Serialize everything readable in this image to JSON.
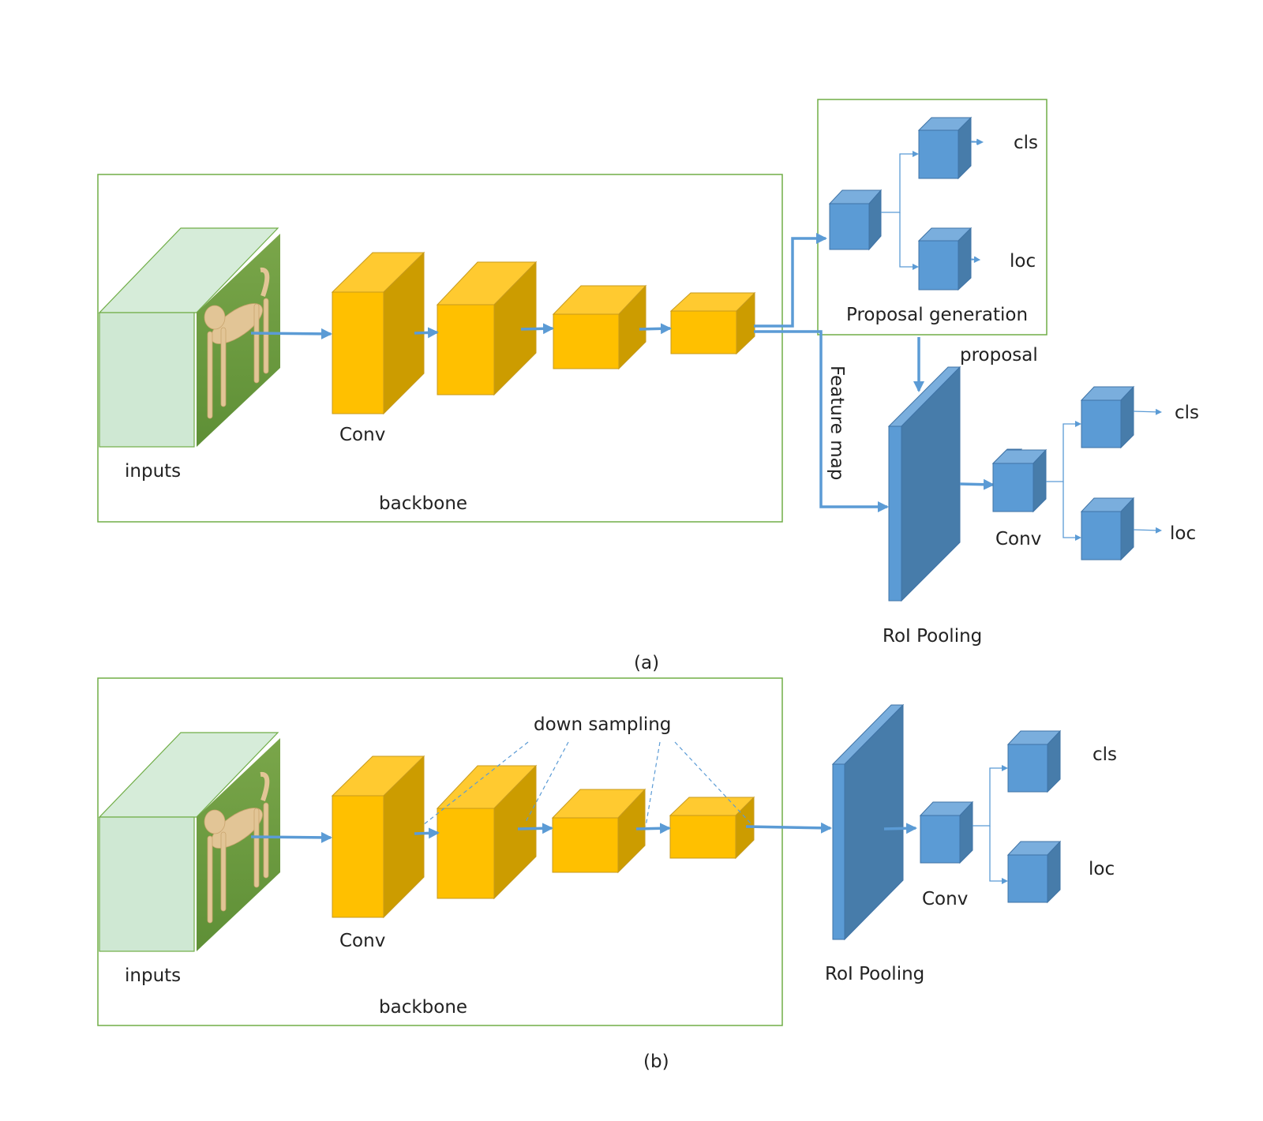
{
  "colors": {
    "frame_green": "#70ad47",
    "input_green": "#cfe8d3",
    "input_green_top": "#d6ecd9",
    "conv_yellow_front": "#ffc000",
    "conv_yellow_top": "#ffca30",
    "conv_yellow_side": "#cc9c00",
    "conv_edge": "#c79a1c",
    "blue_front": "#5b9bd5",
    "blue_top": "#7aaedd",
    "blue_side": "#477caa",
    "blue_edge": "#3f73a6",
    "arrow_blue": "#5b9bd5",
    "grass": "#6b9a3e",
    "dog": "#e2c596"
  },
  "panel_a": {
    "caption": "(a)",
    "backbone_label": "backbone",
    "inputs_label": "inputs",
    "conv_label": "Conv",
    "proposal_box_label": "Proposal generation",
    "proposal_cls": "cls",
    "proposal_loc": "loc",
    "proposal_arrow_label": "proposal",
    "feature_map_label": "Feature map",
    "roi_label": "RoI Pooling",
    "head_conv_label": "Conv",
    "head_cls": "cls",
    "head_loc": "loc"
  },
  "panel_b": {
    "caption": "(b)",
    "backbone_label": "backbone",
    "inputs_label": "inputs",
    "conv_label": "Conv",
    "down_sampling_label": "down sampling",
    "roi_label": "RoI Pooling",
    "head_conv_label": "Conv",
    "head_cls": "cls",
    "head_loc": "loc"
  }
}
